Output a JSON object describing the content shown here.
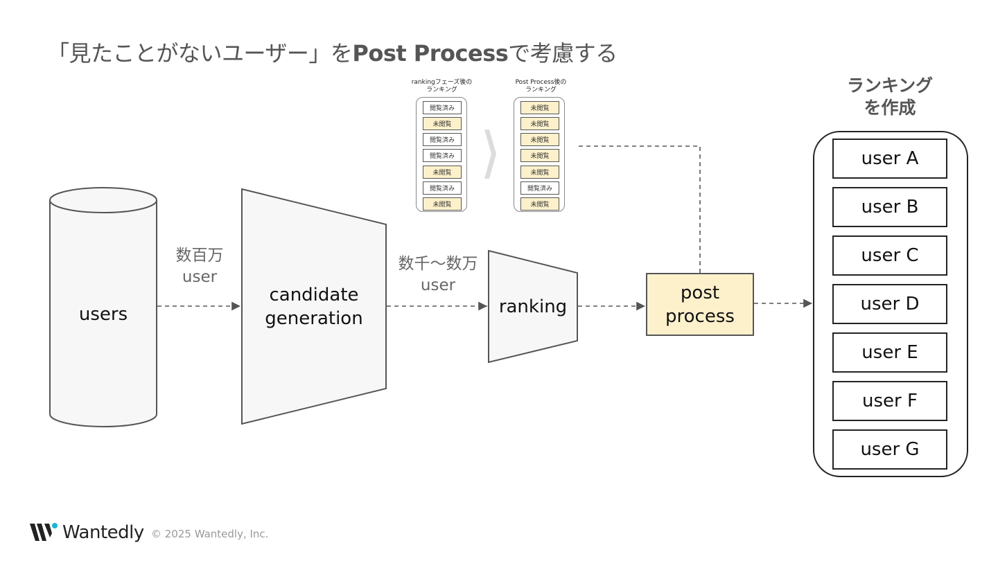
{
  "title": {
    "prefix": "「見たことがないユーザー」を",
    "bold": "Post Process",
    "suffix": "で考慮する"
  },
  "nodes": {
    "users": "users",
    "candidate": [
      "candidate",
      "generation"
    ],
    "ranking": "ranking",
    "post": [
      "post",
      "process"
    ]
  },
  "counts": {
    "first": [
      "数百万",
      "user"
    ],
    "second": [
      "数千～数万",
      "user"
    ]
  },
  "mini_lists": {
    "before": {
      "header": [
        "rankingフェーズ後の",
        "ランキング"
      ],
      "items": [
        {
          "label": "閲覧済み",
          "state": "read"
        },
        {
          "label": "未閲覧",
          "state": "unread"
        },
        {
          "label": "閲覧済み",
          "state": "read"
        },
        {
          "label": "閲覧済み",
          "state": "read"
        },
        {
          "label": "未閲覧",
          "state": "unread"
        },
        {
          "label": "閲覧済み",
          "state": "read"
        },
        {
          "label": "未閲覧",
          "state": "unread"
        }
      ]
    },
    "after": {
      "header": [
        "Post Process後の",
        "ランキング"
      ],
      "items": [
        {
          "label": "未閲覧",
          "state": "unread"
        },
        {
          "label": "未閲覧",
          "state": "unread"
        },
        {
          "label": "未閲覧",
          "state": "unread"
        },
        {
          "label": "未閲覧",
          "state": "unread"
        },
        {
          "label": "未閲覧",
          "state": "unread"
        },
        {
          "label": "閲覧済み",
          "state": "read"
        },
        {
          "label": "未閲覧",
          "state": "unread"
        }
      ]
    }
  },
  "ranking_result": {
    "title": [
      "ランキング",
      "を作成"
    ],
    "users": [
      "user A",
      "user B",
      "user C",
      "user D",
      "user E",
      "user F",
      "user G"
    ]
  },
  "footer": {
    "brand": "Wantedly",
    "copyright": "© 2025 Wantedly, Inc."
  },
  "colors": {
    "shape_fill": "#f7f7f7",
    "post_fill": "#fdf1cc",
    "unread_fill": "#fdf1cc",
    "stroke": "#555555"
  }
}
